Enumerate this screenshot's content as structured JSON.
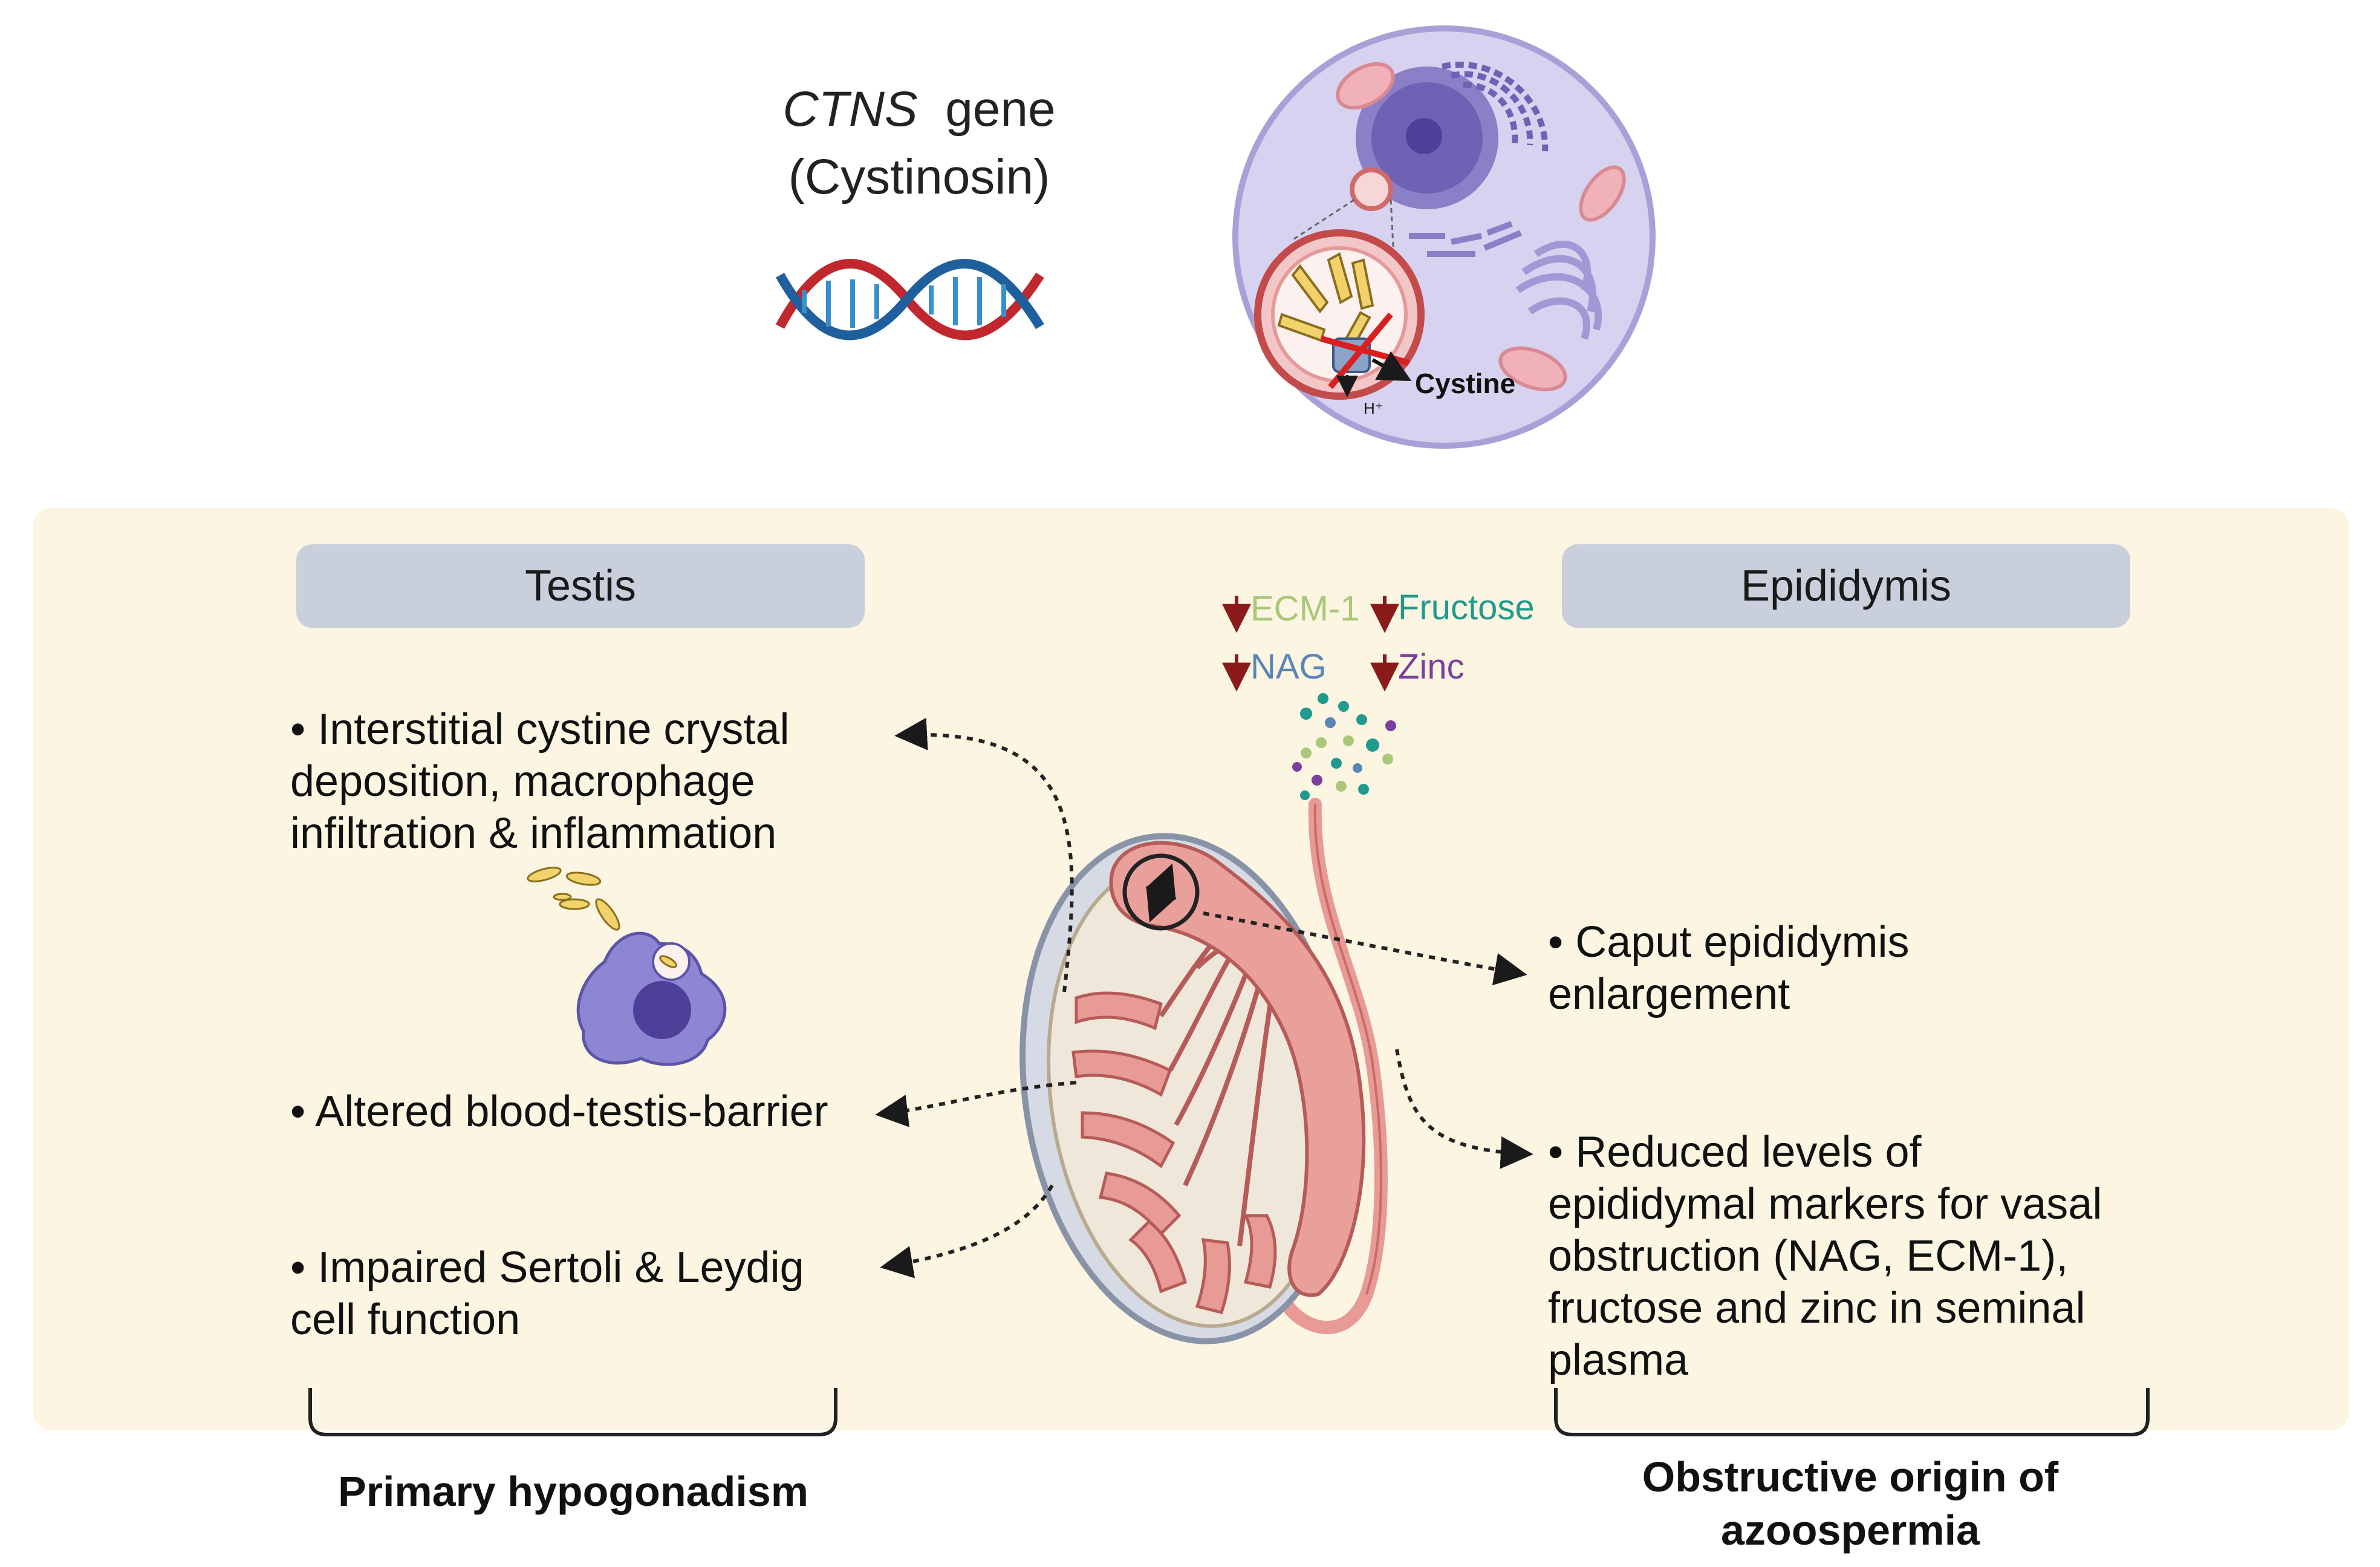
{
  "gene": {
    "symbol": "CTNS",
    "word": "gene",
    "protein": "(Cystinosin)"
  },
  "cell": {
    "cystine_label": "Cystine",
    "proton_label": "H⁺"
  },
  "panels": {
    "testis": {
      "header": "Testis",
      "findings": [
        [
          "• Interstitial cystine crystal",
          "deposition, macrophage",
          "infiltration & inflammation"
        ],
        [
          "• Altered blood-testis-barrier"
        ],
        [
          "• Impaired Sertoli & Leydig",
          "cell function"
        ]
      ],
      "conclusion": "Primary hypogonadism"
    },
    "epididymis": {
      "header": "Epididymis",
      "findings": [
        [
          "• Caput epididymis",
          "enlargement"
        ],
        [
          "• Reduced levels of",
          "epididymal markers for vasal",
          "obstruction (NAG, ECM-1),",
          "fructose and zinc in seminal",
          "plasma"
        ]
      ],
      "conclusion_lines": [
        "Obstructive origin of",
        "azoospermia"
      ]
    }
  },
  "markers": [
    {
      "label": "ECM-1",
      "color": "#a9c87a",
      "direction": "decrease"
    },
    {
      "label": "Fructose",
      "color": "#1f9a8c",
      "direction": "decrease"
    },
    {
      "label": "NAG",
      "color": "#5a86b6",
      "direction": "decrease"
    },
    {
      "label": "Zinc",
      "color": "#7b3f9e",
      "direction": "decrease"
    }
  ],
  "colors": {
    "panel_bg": "#fbf5e1",
    "header_pill": "#c9d0dc",
    "decrease_arrow": "#8b1a1a",
    "tissue": "#e79a96",
    "cell_membrane": "#a9a0d8"
  }
}
